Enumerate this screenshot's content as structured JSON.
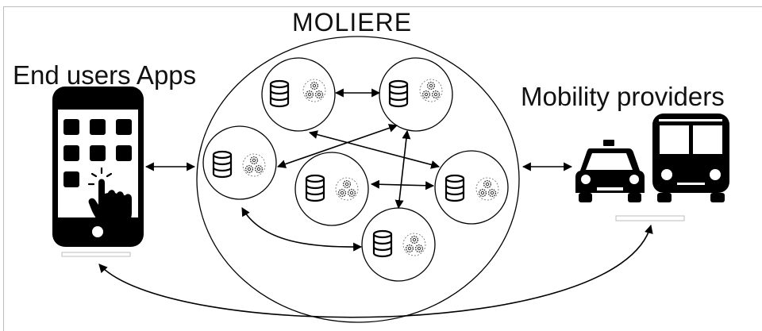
{
  "labels": {
    "title": "MOLIERE",
    "left": "End users Apps",
    "right": "Mobility providers"
  },
  "icons": {
    "node": [
      "database-icon",
      "gears-icon"
    ],
    "phone": "smartphone-tap-icon",
    "taxi": "taxi-icon",
    "bus": "bus-icon"
  },
  "colors": {
    "ink": "#000000",
    "background": "#ffffff",
    "frame": "#bdbdbd"
  }
}
